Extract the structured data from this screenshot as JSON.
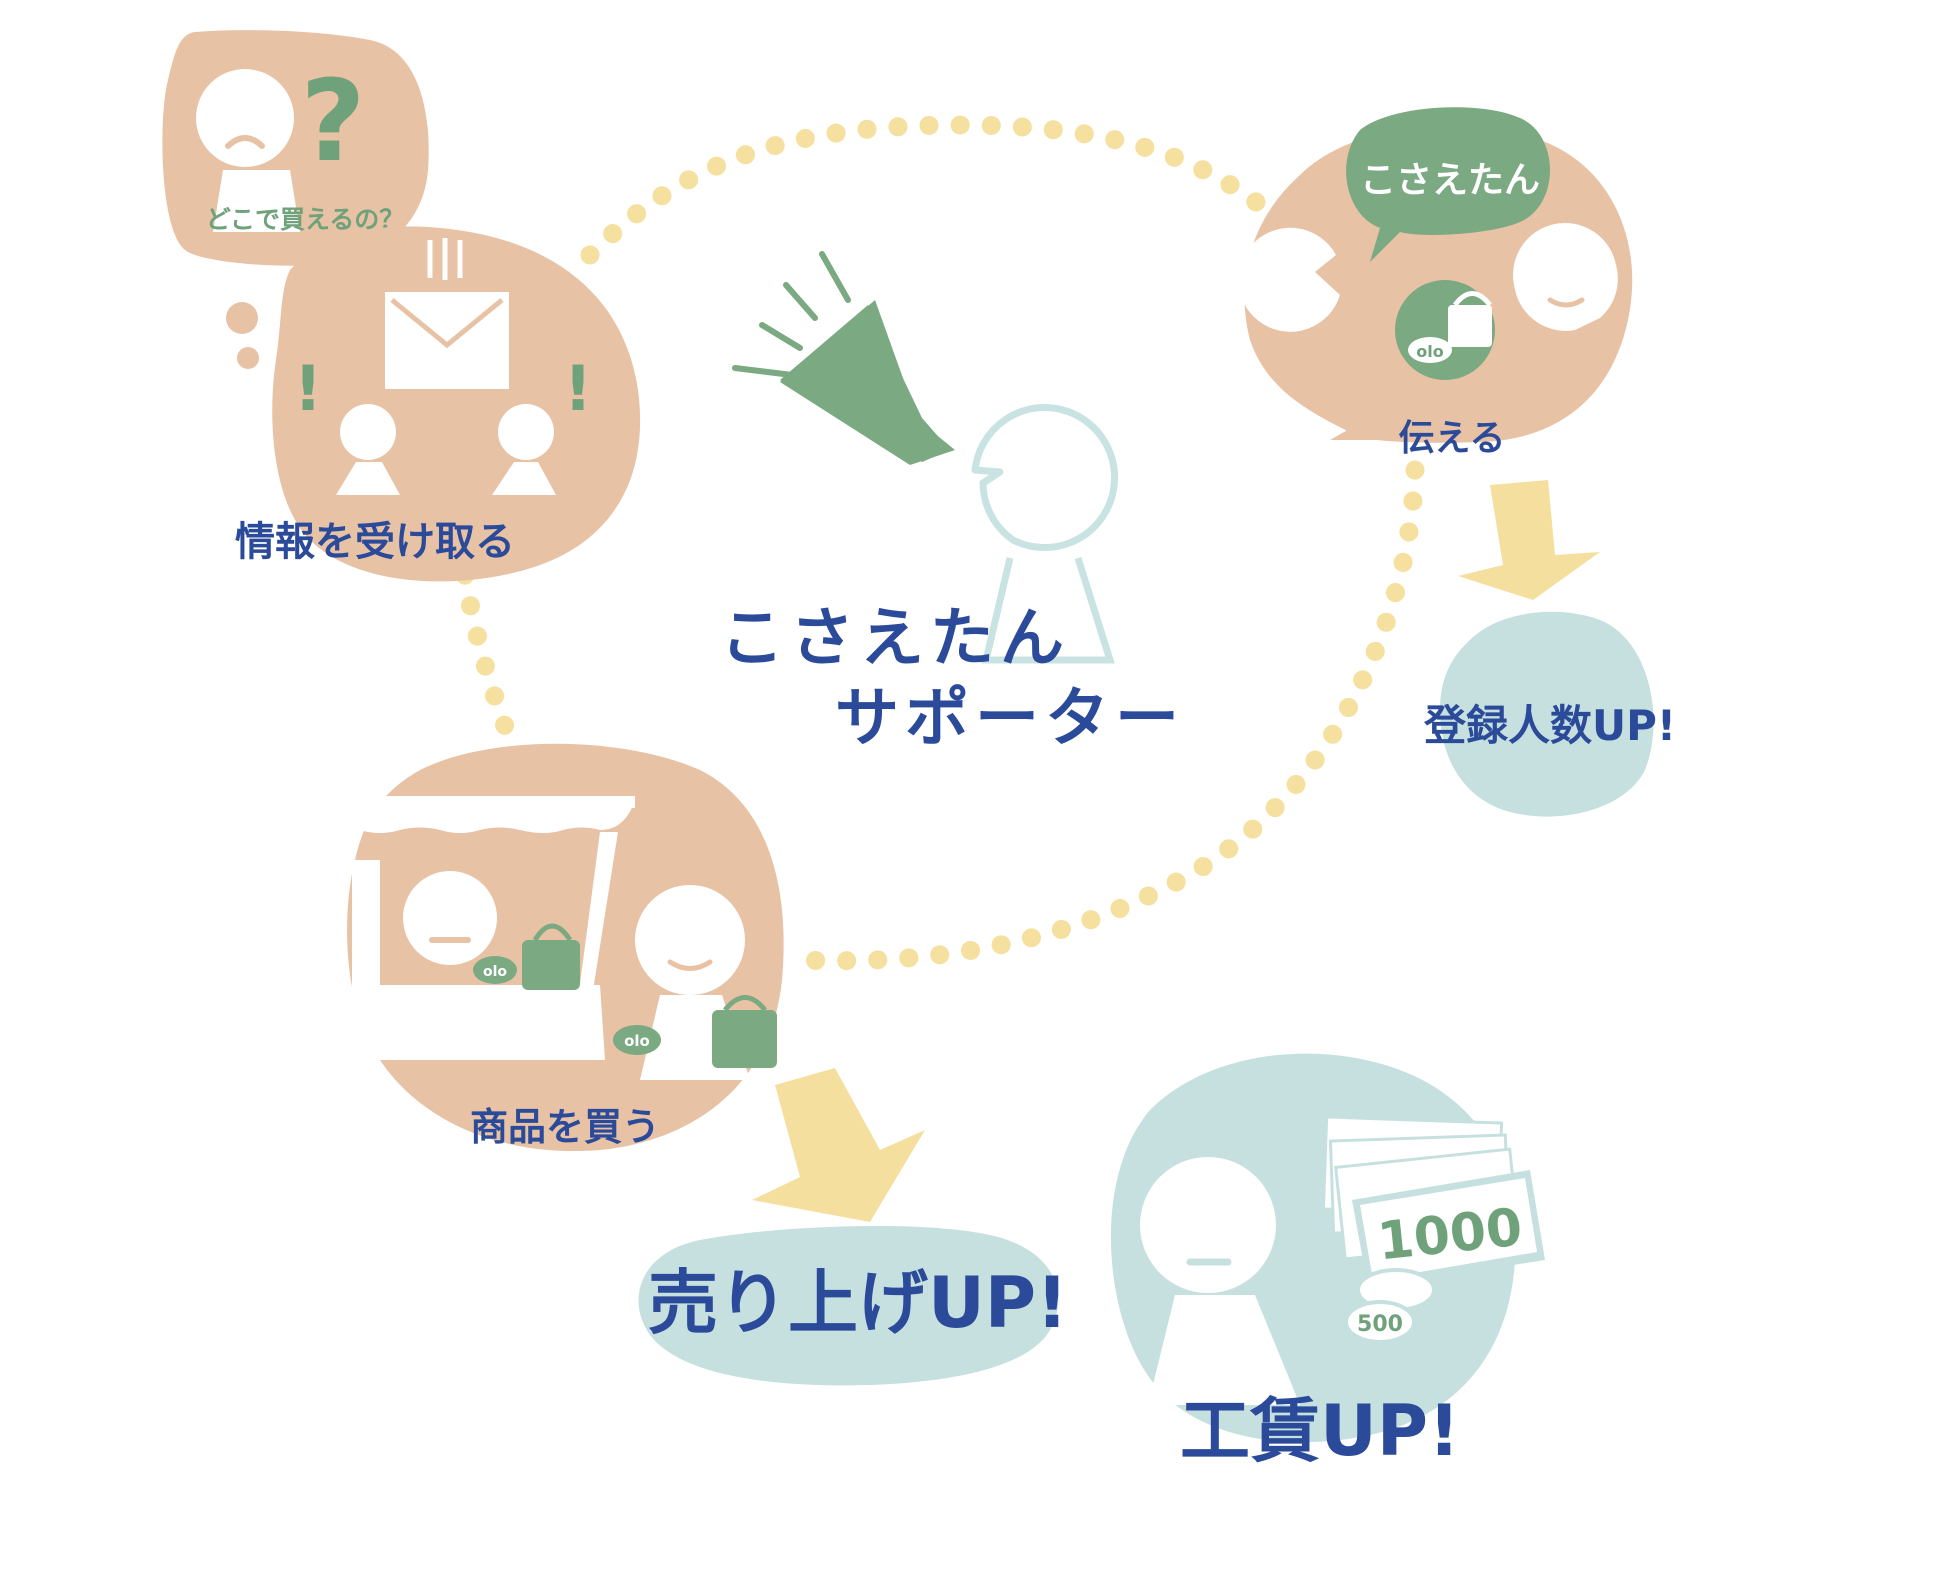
{
  "colors": {
    "peach": "#e8c2a5",
    "green": "#7aa982",
    "light_teal": "#c6e0df",
    "figure_outline": "#c8e3e2",
    "yellow_dots": "#f5e0a0",
    "arrow_yellow": "#f5df9f",
    "text_blue": "#2b4a99",
    "white": "#ffffff"
  },
  "center": {
    "title_line1": "こさえたん",
    "title_line2": "サポーター",
    "icon": "megaphone-icon"
  },
  "thought": {
    "question_mark": "?",
    "caption": "どこで買えるの？"
  },
  "receive": {
    "label": "情報を受け取る",
    "exclaim": "!",
    "icon": "envelope-icon"
  },
  "tell": {
    "bubble_text": "こさえたん",
    "label": "伝える",
    "icon": "bag-icon"
  },
  "registrations": {
    "label": "登録人数UP!"
  },
  "buy": {
    "label": "商品を買う",
    "icon": "shop-icon"
  },
  "sales": {
    "label": "売り上げUP!"
  },
  "wage": {
    "label": "工賃UP!",
    "bill_value": "1000",
    "coin_value": "500",
    "icon": "money-icon"
  }
}
